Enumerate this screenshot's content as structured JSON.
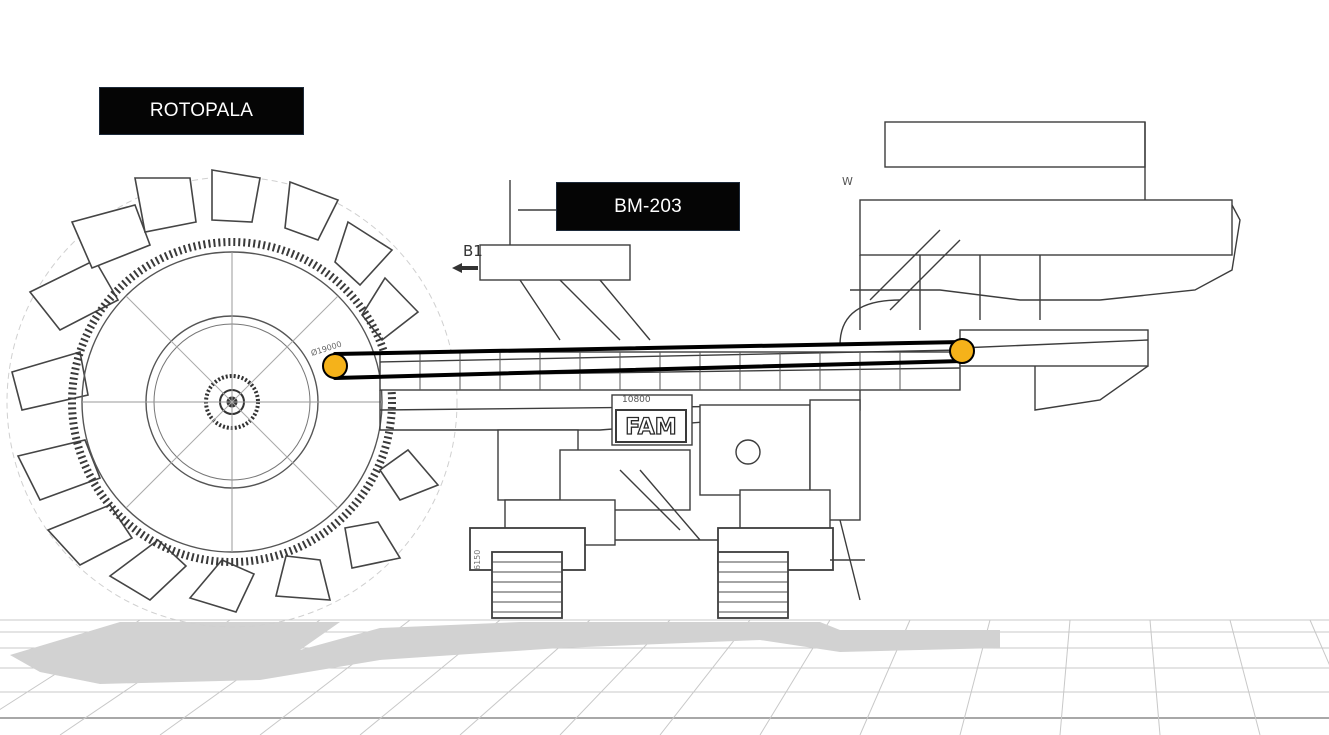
{
  "labels": {
    "wheel": "ROTOPALA",
    "machine": "BM-203"
  },
  "drawing": {
    "brand_plate": "FAM",
    "wheel_diameter": "Ø19000",
    "span_dimension": "10800",
    "direction_marker": "B1",
    "height_dimension": "6150",
    "corner_marker": "W"
  },
  "colors": {
    "label_bg": "#050505",
    "label_text": "#ffffff",
    "joint": "#f5b21a",
    "boom_line": "#000000",
    "line_art": "#3a3a3a",
    "shadow": "#d2d2d2",
    "grid": "#c8c8c8"
  },
  "icons": [
    "pivot-joint-icon",
    "direction-arrow-icon"
  ]
}
